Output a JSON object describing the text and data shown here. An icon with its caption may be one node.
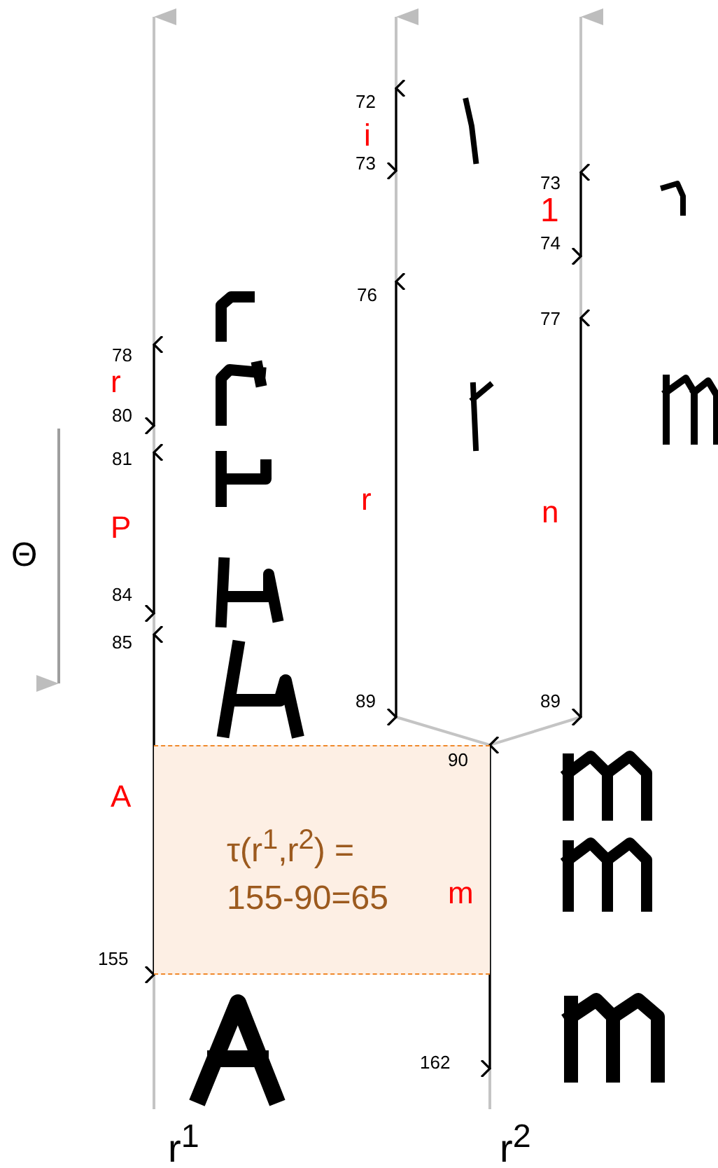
{
  "diagram": {
    "nodes": [
      {
        "text": [
          "τ(r$^{1}$,r$^{2}$) = 155-90=65"
        ]
      }
    ],
    "labels": [
      "72",
      "i",
      "73",
      "73",
      "1",
      "74",
      "76",
      "77",
      "78",
      "r",
      "80",
      "r",
      "n",
      "81",
      "P",
      "Θ",
      "84",
      "85",
      "89",
      "89",
      "90",
      "A",
      "m",
      "155",
      "162",
      "r$^{1}$",
      "r$^{2}$"
    ]
  }
}
